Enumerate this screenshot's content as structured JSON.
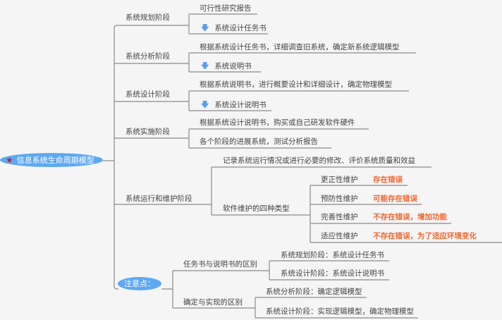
{
  "root": {
    "label": "信息系统生命周期模型",
    "icon": "star-icon"
  },
  "stages": [
    {
      "label": "系统规划阶段",
      "children": [
        "可行性研究报告",
        "系统设计任务书"
      ]
    },
    {
      "label": "系统分析阶段",
      "children": [
        "根据系统设计任务书，详细调查旧系统，确定新系统逻辑模型",
        "系统说明书"
      ]
    },
    {
      "label": "系统设计阶段",
      "children": [
        "根据系统说明书，进行概要设计和详细设计，确定物理模型",
        "系统设计说明书"
      ]
    },
    {
      "label": "系统实施阶段",
      "children": [
        "根据系统设计说明书，购买或自己研发软件硬件",
        "各个阶段的进展系统，测试分析报告"
      ]
    },
    {
      "label": "系统运行和维护阶段",
      "children": [
        "记录系统运行情况或进行必要的修改、评价系统质量和效益",
        "软件维护的四种类型"
      ]
    }
  ],
  "maintenance_types": [
    {
      "label": "更正性维护",
      "note": "存在错误"
    },
    {
      "label": "预防性维护",
      "note": "可能存在错误"
    },
    {
      "label": "完善性维护",
      "note": "不存在错误，增加功能"
    },
    {
      "label": "适应性维护",
      "note": "不存在错误，为了适应环境变化"
    }
  ],
  "notes": {
    "label": "注意点：",
    "groups": [
      {
        "label": "任务书与说明书的区别",
        "children": [
          "系统规划阶段：系统设计任务书",
          "系统设计阶段：系统设计说明书"
        ]
      },
      {
        "label": "确定与实现的区别",
        "children": [
          "系统分析阶段：确定逻辑模型",
          "系统设计阶段：实现逻辑模型，确定物理模型"
        ]
      }
    ]
  },
  "colors": {
    "accent": "#5ea8f2",
    "highlight": "#f4662f",
    "arrow": "#5a9ef0",
    "star": "#c0272d"
  },
  "arrow_icon": "arrow-down-icon"
}
